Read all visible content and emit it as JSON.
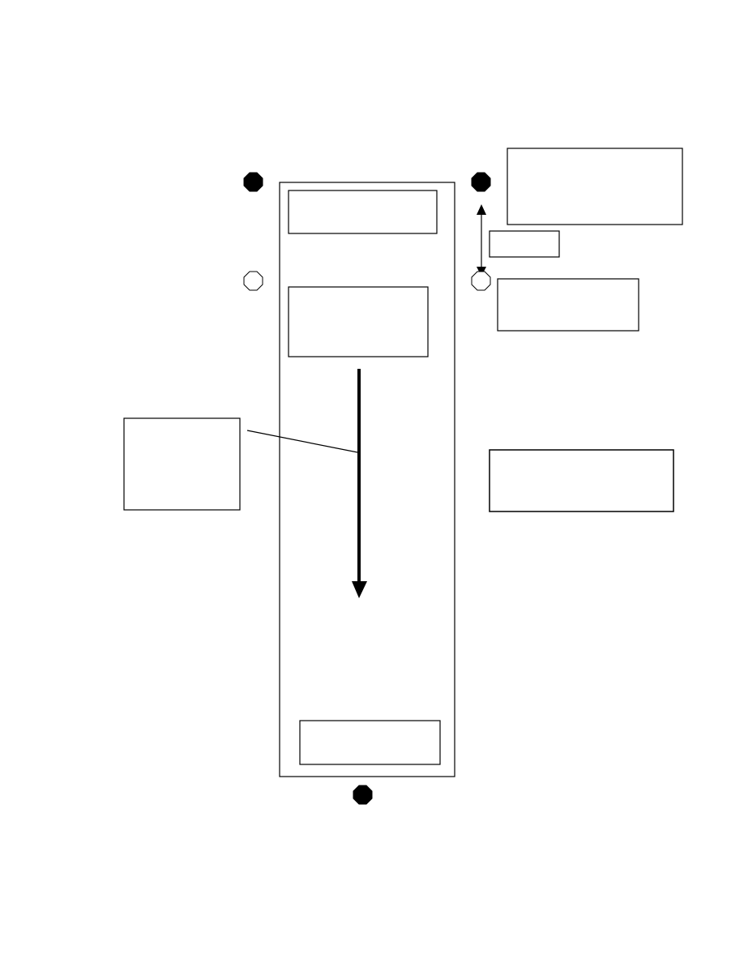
{
  "diagram": {
    "colors": {
      "stroke": "#000000",
      "background": "#ffffff",
      "filled_marker": "#000000",
      "hollow_marker": "#ffffff"
    },
    "boxes": [
      {
        "id": "main-column",
        "text": ""
      },
      {
        "id": "column-top-box",
        "text": ""
      },
      {
        "id": "column-upper-box",
        "text": ""
      },
      {
        "id": "column-bottom-box",
        "text": ""
      },
      {
        "id": "left-callout-box",
        "text": ""
      },
      {
        "id": "right-top-box",
        "text": ""
      },
      {
        "id": "right-small-box",
        "text": ""
      },
      {
        "id": "right-middle-box",
        "text": ""
      },
      {
        "id": "right-lower-box",
        "text": ""
      }
    ],
    "markers": [
      {
        "id": "marker-left-top",
        "style": "filled"
      },
      {
        "id": "marker-left-middle",
        "style": "hollow"
      },
      {
        "id": "marker-right-top",
        "style": "filled"
      },
      {
        "id": "marker-right-middle",
        "style": "hollow"
      },
      {
        "id": "marker-bottom",
        "style": "filled"
      }
    ]
  }
}
